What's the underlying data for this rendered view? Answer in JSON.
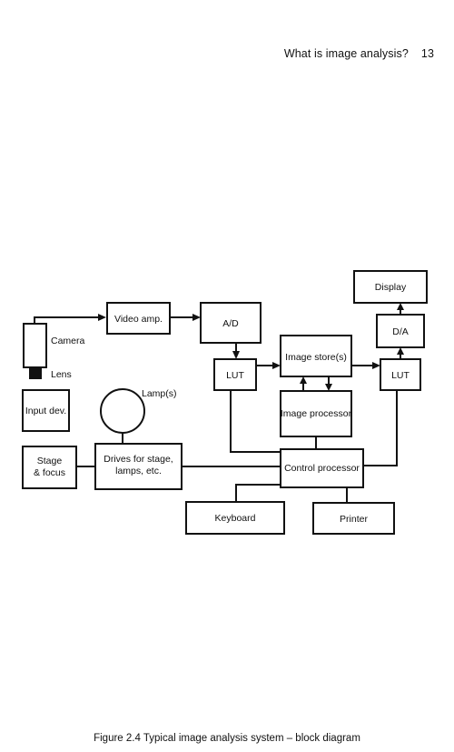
{
  "header": {
    "title": "What is image analysis?",
    "page_number": "13"
  },
  "diagram": {
    "camera": "Camera",
    "lens": "Lens",
    "video_amp": "Video amp.",
    "ad": "A/D",
    "lut_left": "LUT",
    "image_store": "Image store(s)",
    "lut_right": "LUT",
    "display": "Display",
    "da": "D/A",
    "input_dev": "Input dev.",
    "lamp": "Lamp(s)",
    "image_processor": "Image processor",
    "stage_line1": "Stage",
    "stage_line2": "& focus",
    "drives_line1": "Drives for stage,",
    "drives_line2": "lamps, etc.",
    "control_processor": "Control processor",
    "keyboard": "Keyboard",
    "printer": "Printer"
  },
  "caption": "Figure 2.4 Typical image analysis system – block diagram"
}
